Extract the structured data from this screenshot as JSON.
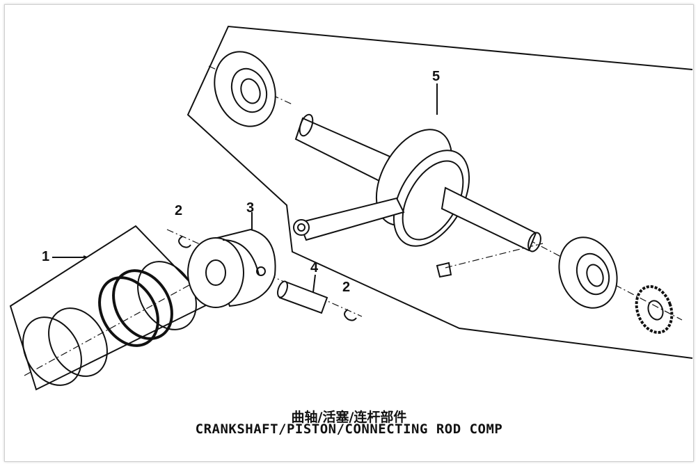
{
  "diagram": {
    "title_zh": "曲轴/活塞/连杆部件",
    "title_en": "CRANKSHAFT/PISTON/CONNECTING ROD COMP",
    "callouts": [
      {
        "number": "1",
        "part": "piston-rings"
      },
      {
        "number": "2",
        "part": "piston-pin-clip"
      },
      {
        "number": "3",
        "part": "piston"
      },
      {
        "number": "4",
        "part": "piston-pin"
      },
      {
        "number": "2",
        "part": "piston-pin-clip"
      },
      {
        "number": "5",
        "part": "crankshaft-assembly"
      }
    ]
  }
}
